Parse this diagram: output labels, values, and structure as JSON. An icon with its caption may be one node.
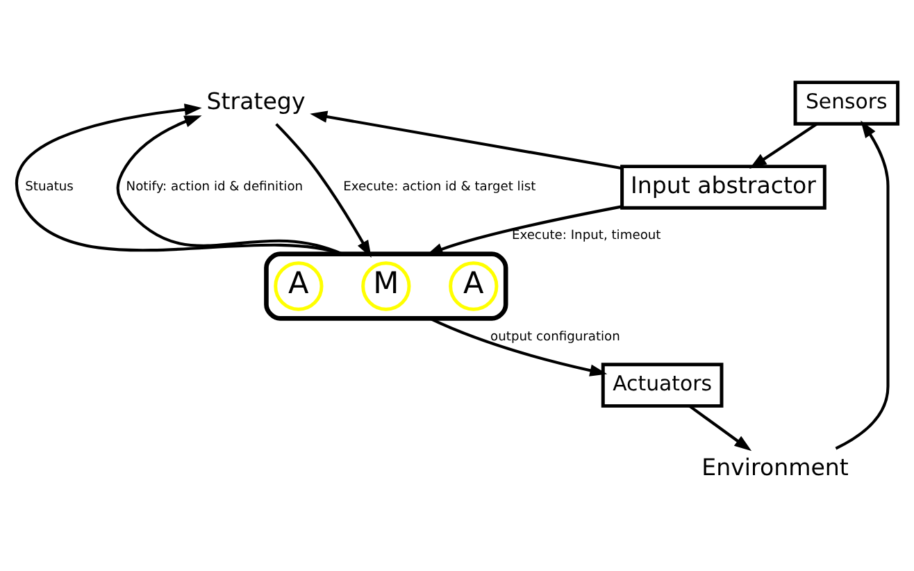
{
  "diagram": {
    "nodes": [
      {
        "text": [
          "Strategy"
        ]
      },
      {
        "text": [
          "Input abstractor"
        ]
      },
      {
        "text": [
          "Sensors"
        ]
      },
      {
        "text": [],
        "shape": "box"
      },
      {
        "text": [
          "A"
        ],
        "in": 3
      },
      {
        "text": [
          "M"
        ],
        "in": 3
      },
      {
        "text": [
          "A"
        ],
        "in": 3
      },
      {
        "text": [
          "Actuators"
        ]
      },
      {
        "text": [
          "Environment"
        ]
      }
    ],
    "edges": [
      {
        "from": 8,
        "to": 2,
        "arrow": "to"
      },
      {
        "from": 2,
        "to": 1,
        "arrow": "to"
      },
      {
        "from": 1,
        "to": 0,
        "arrow": "to"
      },
      {
        "from": 1,
        "to": 3,
        "arrow": "to",
        "label": "Execute: Input, timeout"
      },
      {
        "from": 0,
        "to": 3,
        "arrow": "to",
        "label": "Execute: action id & target list"
      },
      {
        "from": 3,
        "to": 0,
        "arrow": "to",
        "label": "Stuatus"
      },
      {
        "from": 3,
        "to": 0,
        "arrow": "to",
        "label": "Notify: action id & definition"
      },
      {
        "from": 3,
        "to": 7,
        "arrow": "to",
        "label": "output configuration"
      },
      {
        "from": 7,
        "to": 8,
        "arrow": "to"
      }
    ]
  }
}
